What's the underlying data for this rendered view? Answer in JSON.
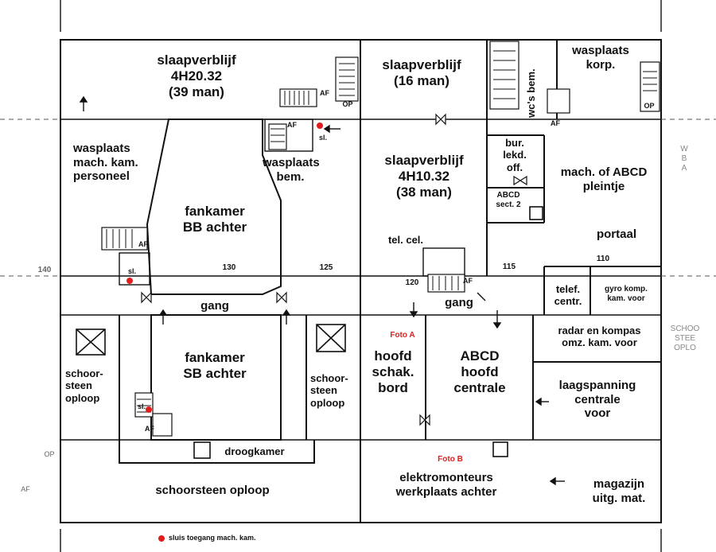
{
  "rooms": {
    "sleep_4h20": "slaapverblijf\n4H20.32\n(39 man)",
    "sleep_16": "slaapverblijf\n(16 man)",
    "wc_bem": "wc's bem.",
    "wash_korp": "wasplaats\nkorp.",
    "wash_mach": "wasplaats\nmach. kam.\npersoneel",
    "wash_bem": "wasplaats\nbem.",
    "fan_bb": "fankamer\nBB achter",
    "sleep_4h10": "slaapverblijf\n4H10.32\n(38 man)",
    "bur_lekd": "bur.\nlekd.\noff.",
    "mach_abcd": "mach. of ABCD\npleintje",
    "abcd_sect2": "ABCD\nsect. 2",
    "portaal": "portaal",
    "tel_cel": "tel. cel.",
    "telef_centr": "telef.\ncentr.",
    "gyro": "gyro komp.\nkam. voor",
    "gang_left": "gang",
    "gang_right": "gang",
    "radar": "radar en kompas\nomz. kam. voor",
    "schoor_left": "schoor-\nsteen\noploop",
    "fan_sb": "fankamer\nSB achter",
    "schoor_mid": "schoor-\nsteen\noploop",
    "hoofd_schak": "hoofd\nschak.\nbord",
    "abcd_hoofd": "ABCD\nhoofd\ncentrale",
    "laagspanning": "laagspanning\ncentrale\nvoor",
    "droogkamer": "droogkamer",
    "schoor_bottom": "schoorsteen oploop",
    "elektro": "elektromonteurs\nwerkplaats achter",
    "magazijn": "magazijn\nuitg. mat."
  },
  "frames": [
    "130",
    "125",
    "115",
    "110",
    "120",
    "140"
  ],
  "markers": {
    "af": "AF",
    "op": "OP",
    "sl": "sl."
  },
  "photos": {
    "foto_a": "Foto A",
    "foto_b": "Foto B"
  },
  "legend": {
    "text": "sluis toegang mach. kam.",
    "color": "#e01e1e"
  },
  "margin_text": {
    "right_top": "W\nB\nA",
    "right_mid": "SCHOO\nSTEE\nOPLO",
    "left_op": "OP",
    "left_af": "AF"
  }
}
